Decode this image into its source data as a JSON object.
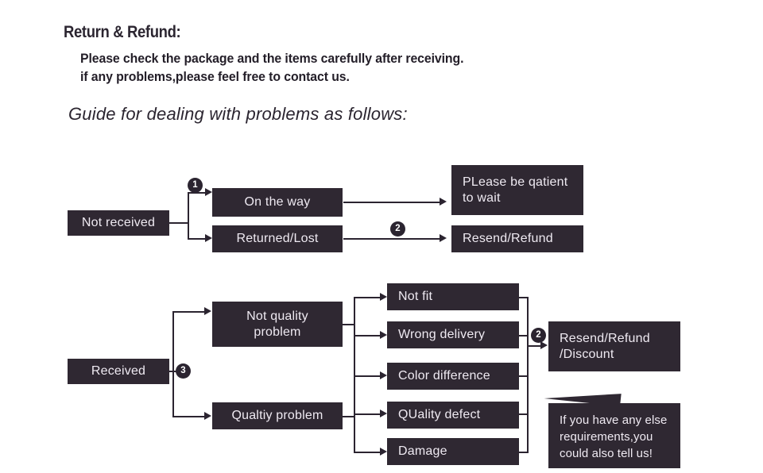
{
  "header": {
    "title": "Return & Refund:",
    "paragraph_line1": "Please check the package and the items carefully after receiving.",
    "paragraph_line2": "if any problems,please feel free to contact us.",
    "guide_line": "Guide for dealing with problems as follows:"
  },
  "colors": {
    "box_fill": "#2f2832",
    "box_text": "#efeaf2",
    "line": "#2b2430",
    "badge_fill": "#2b2430",
    "badge_text": "#ffffff",
    "page_background": "#ffffff"
  },
  "flow_not_received": {
    "root": "Not received",
    "badge_1": "1",
    "badge_2": "2",
    "branches": [
      {
        "label": "On the way",
        "outcome": "PLease be qatient\nto wait"
      },
      {
        "label": "Returned/Lost",
        "outcome": "Resend/Refund"
      }
    ],
    "outcome_on_the_way_line1": "PLease be qatient",
    "outcome_on_the_way_line2": "to wait",
    "outcome_returned_lost": "Resend/Refund"
  },
  "flow_received": {
    "root": "Received",
    "badge_3": "3",
    "badge_2": "2",
    "category_not_quality_line1": "Not quality",
    "category_not_quality_line2": "problem",
    "category_quality": "Qualtiy problem",
    "reasons": [
      "Not fit",
      "Wrong delivery",
      "Color difference",
      "QUality defect",
      "Damage"
    ],
    "outcome_line1": "Resend/Refund",
    "outcome_line2": "/Discount",
    "callout_line1": "If you have any else",
    "callout_line2": "requirements,you",
    "callout_line3": "could also tell us!"
  }
}
